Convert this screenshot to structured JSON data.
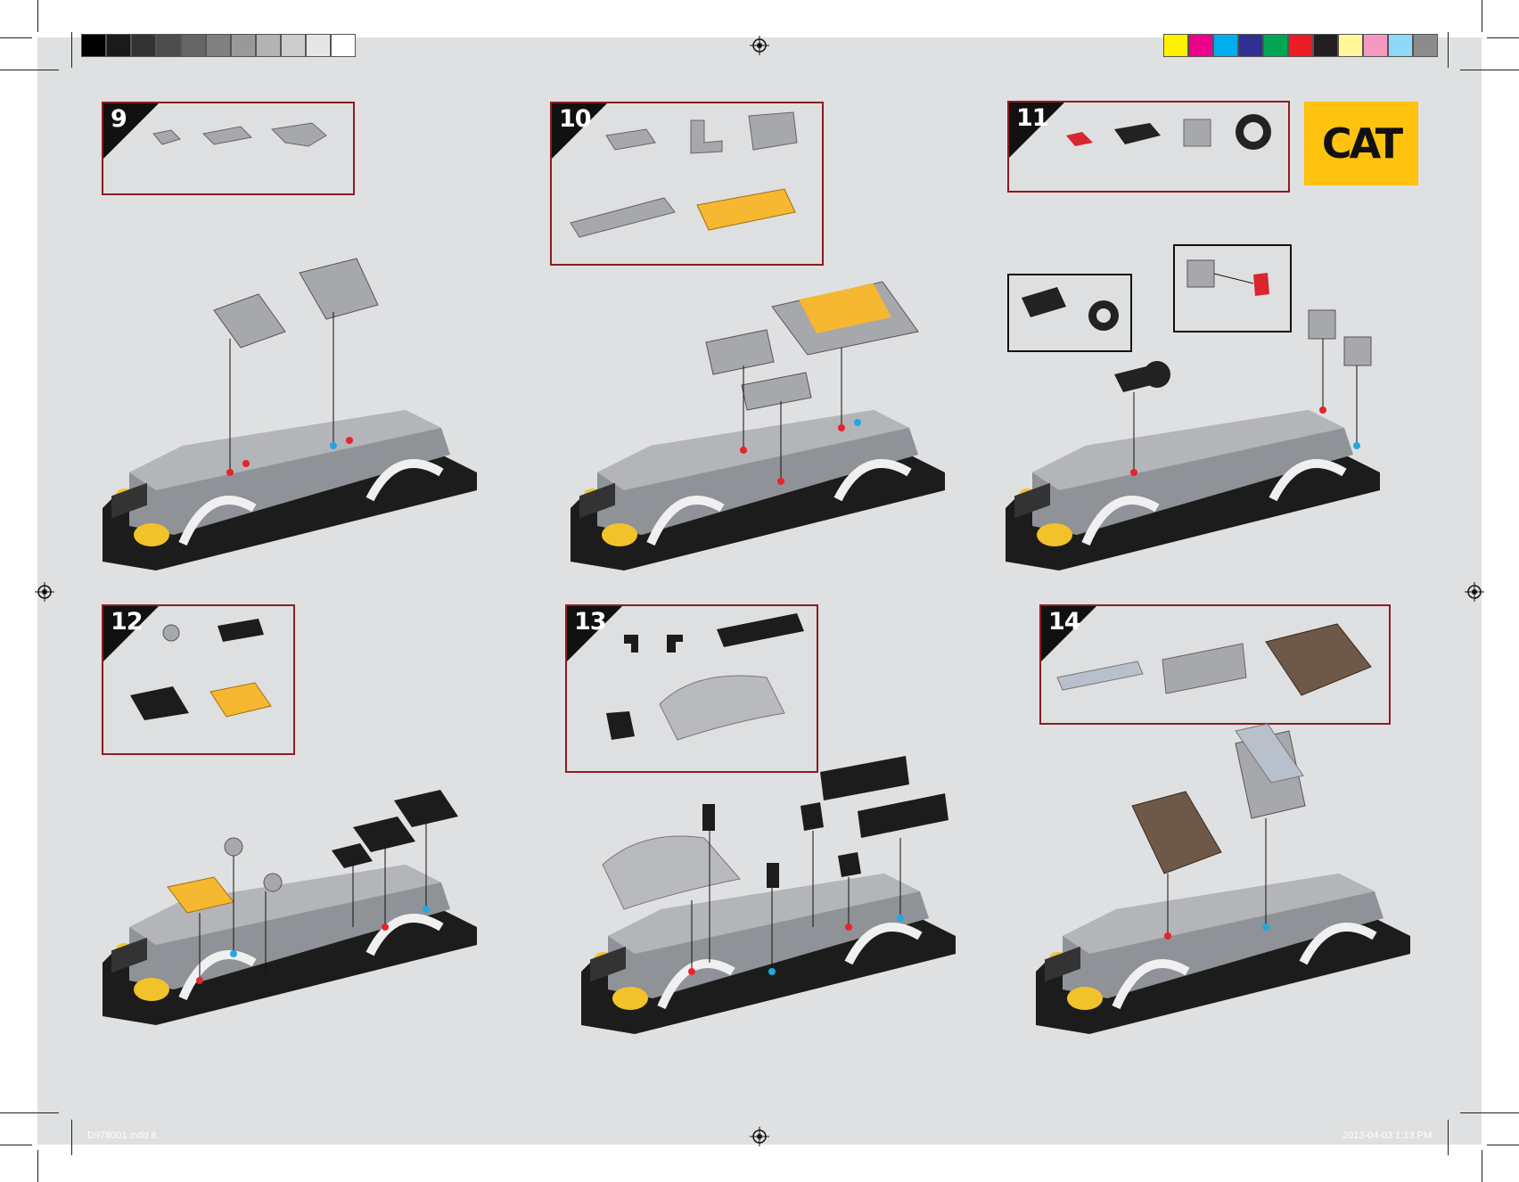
{
  "steps": [
    {
      "number": "9"
    },
    {
      "number": "10"
    },
    {
      "number": "11"
    },
    {
      "number": "12"
    },
    {
      "number": "13"
    },
    {
      "number": "14"
    }
  ],
  "logo": {
    "text": "CAT"
  },
  "footer": {
    "file": "D978001.indd   8",
    "datetime": "2013-04-03   1:13 PM"
  },
  "colors": {
    "grayscale_bar": [
      "#000000",
      "#1a1a1a",
      "#333333",
      "#4d4d4d",
      "#666666",
      "#808080",
      "#999999",
      "#b3b3b3",
      "#cccccc",
      "#e6e6e6",
      "#ffffff"
    ],
    "process_bar": [
      "#fff200",
      "#ec008c",
      "#00aeef",
      "#2e3192",
      "#00a651",
      "#ed1c24",
      "#231f20",
      "#fff799",
      "#f49ac1",
      "#8ed8f8",
      "#8c8c8c"
    ],
    "frame_border": "#8e1b22",
    "brick_yellow": "#f5b830",
    "brick_gray": "#a6a8ab",
    "stud_red": "#e8232a",
    "stud_blue": "#22a7e0"
  }
}
